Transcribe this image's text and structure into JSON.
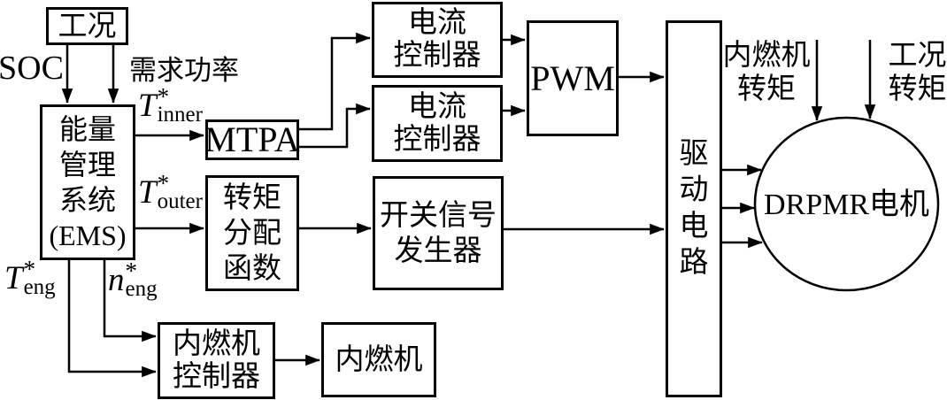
{
  "figure": {
    "boxes": {
      "condition": {
        "label": "工况"
      },
      "ems": {
        "lines": [
          "能量",
          "管理",
          "系统",
          "(EMS)"
        ]
      },
      "mtpa": {
        "label": "MTPA"
      },
      "current_controller_1": {
        "lines": [
          "电流",
          "控制器"
        ]
      },
      "current_controller_2": {
        "lines": [
          "电流",
          "控制器"
        ]
      },
      "pwm": {
        "label": "PWM"
      },
      "torque_distribution": {
        "lines": [
          "转矩",
          "分配",
          "函数"
        ]
      },
      "switch_signal_generator": {
        "lines": [
          "开关信号",
          "发生器"
        ]
      },
      "ice_controller": {
        "lines": [
          "内燃机",
          "控制器"
        ]
      },
      "ice": {
        "label": "内燃机"
      },
      "drive_circuit": {
        "chars": [
          "驱",
          "动",
          "电",
          "路"
        ]
      },
      "motor": {
        "label": "DRPMR电机"
      }
    },
    "labels": {
      "soc": "SOC",
      "demand_power": "需求功率",
      "t_inner": {
        "base": "T",
        "sup": "*",
        "sub": "inner"
      },
      "t_outer": {
        "base": "T",
        "sup": "*",
        "sub": "outer"
      },
      "t_eng": {
        "base": "T",
        "sup": "*",
        "sub": "eng"
      },
      "n_eng": {
        "base": "n",
        "sup": "*",
        "sub": "eng"
      },
      "ice_torque": {
        "lines": [
          "内燃机",
          "转矩"
        ]
      },
      "condition_torque": {
        "lines": [
          "工况",
          "转矩"
        ]
      }
    },
    "colors": {
      "ink": "#000000",
      "background": "#ffffff"
    }
  }
}
